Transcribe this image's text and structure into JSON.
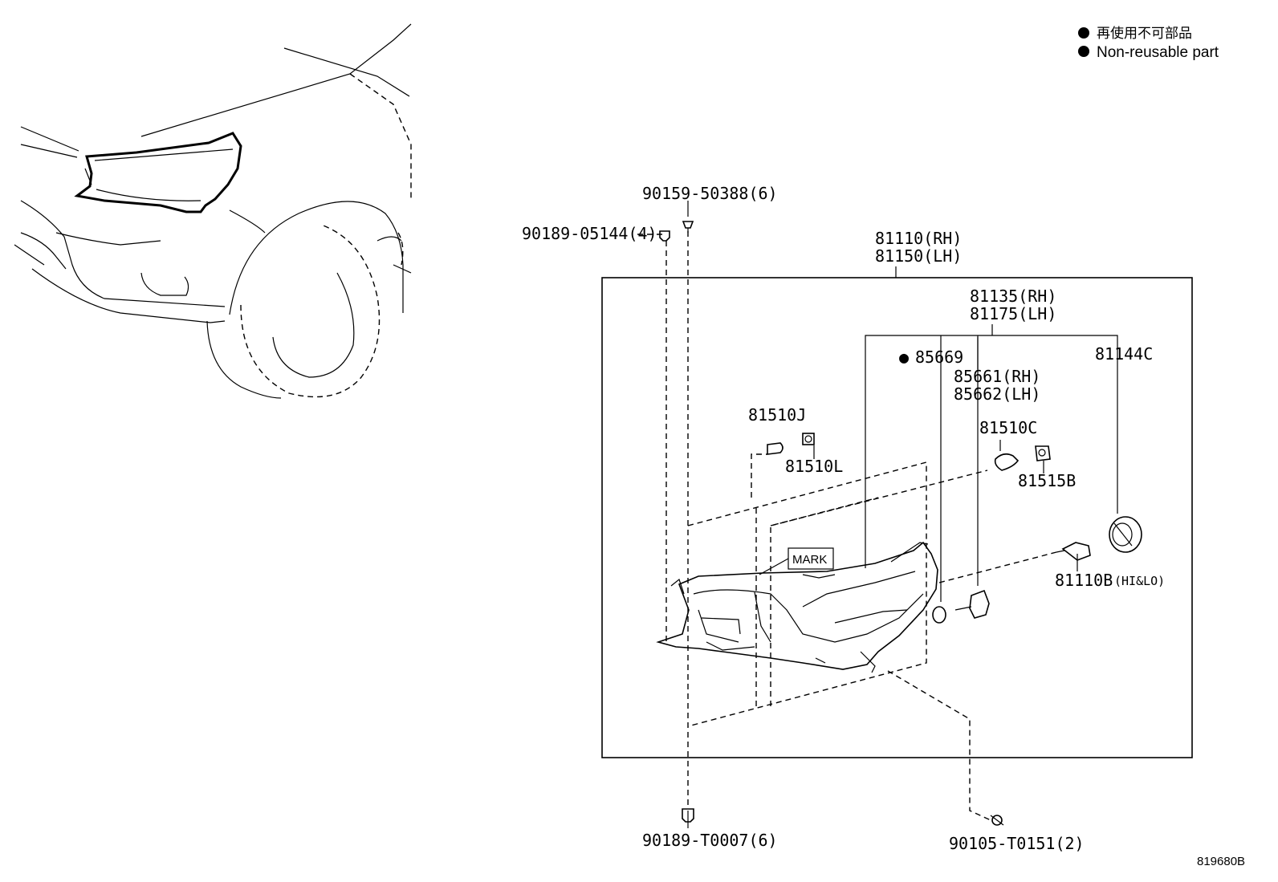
{
  "legend": {
    "items": [
      {
        "symbol": "●",
        "text": "再使用不可部品"
      },
      {
        "symbol": "●",
        "text": "Non-reusable part"
      }
    ]
  },
  "parts": {
    "p_90159": "90159-50388(6)",
    "p_90189_05144": "90189-05144(4)",
    "p_81110": "81110(RH)",
    "p_81150": "81150(LH)",
    "p_81135": "81135(RH)",
    "p_81175": "81175(LH)",
    "p_85669": "85669",
    "p_85669_marker": "●",
    "p_85661": "85661(RH)",
    "p_85662": "85662(LH)",
    "p_81144C": "81144C",
    "p_81510J": "81510J",
    "p_81510L": "81510L",
    "p_81510C": "81510C",
    "p_81515B": "81515B",
    "p_81110B": "81110B",
    "p_81110B_suffix": "(HI&LO)",
    "p_90189_T0007": "90189-T0007(6)",
    "p_90105": "90105-T0151(2)"
  },
  "mark_label": "MARK",
  "figure_id": "819680B"
}
